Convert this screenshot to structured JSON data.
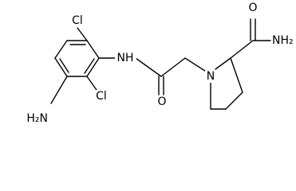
{
  "molecule": {
    "labels": {
      "cl_top": "Cl",
      "nh_amide": "NH",
      "nh2_amine": "H₂N",
      "cl_bottom": "Cl",
      "o_amide": "O",
      "n_ring": "N",
      "o_carboxamide": "O",
      "nh2_carboxamide": "NH₂"
    }
  }
}
